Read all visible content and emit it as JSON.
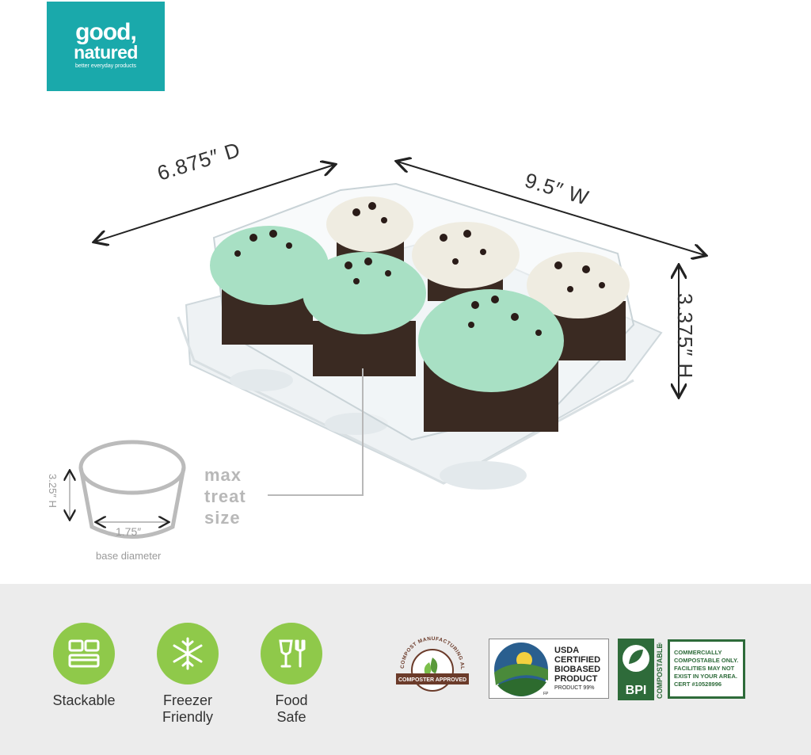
{
  "logo": {
    "word1": "good,",
    "word2": "natured",
    "tagline": "better everyday products",
    "color": "#1aa9ab"
  },
  "dimensions": {
    "depth": "6.875″ D",
    "width": "9.5″ W",
    "height": "3.375″ H"
  },
  "max_treat": {
    "lines": [
      "max",
      "treat",
      "size"
    ],
    "cup_height": "3.25″ H",
    "cup_diameter": "1.75″",
    "base_label": "base diameter"
  },
  "features": [
    {
      "label_1": "Stackable",
      "label_2": "",
      "icon": "stack-containers-icon"
    },
    {
      "label_1": "Freezer",
      "label_2": "Friendly",
      "icon": "snowflake-icon"
    },
    {
      "label_1": "Food",
      "label_2": "Safe",
      "icon": "glass-fork-icon"
    }
  ],
  "certifications": {
    "composter": {
      "arc_text": "COMPOST MANUFACTURING ALLIANCE",
      "ribbon": "COMPOSTER APPROVED"
    },
    "usda": {
      "line1": "USDA",
      "line2": "CERTIFIED",
      "line3": "BIOBASED",
      "line4": "PRODUCT",
      "percent": "PRODUCT 99%",
      "fp": "FP"
    },
    "bpi": {
      "name": "BPI",
      "side": "COMPOSTABLE",
      "reg": "®"
    },
    "bpi_cert": {
      "line1": "COMMERCIALLY",
      "line2": "COMPOSTABLE ONLY.",
      "line3": "FACILITIES MAY NOT",
      "line4": "EXIST IN YOUR AREA.",
      "line5": "CERT #10528996"
    }
  },
  "colors": {
    "green": "#8fc94a",
    "band": "#ececec",
    "bpi_green": "#2e6b3a"
  }
}
